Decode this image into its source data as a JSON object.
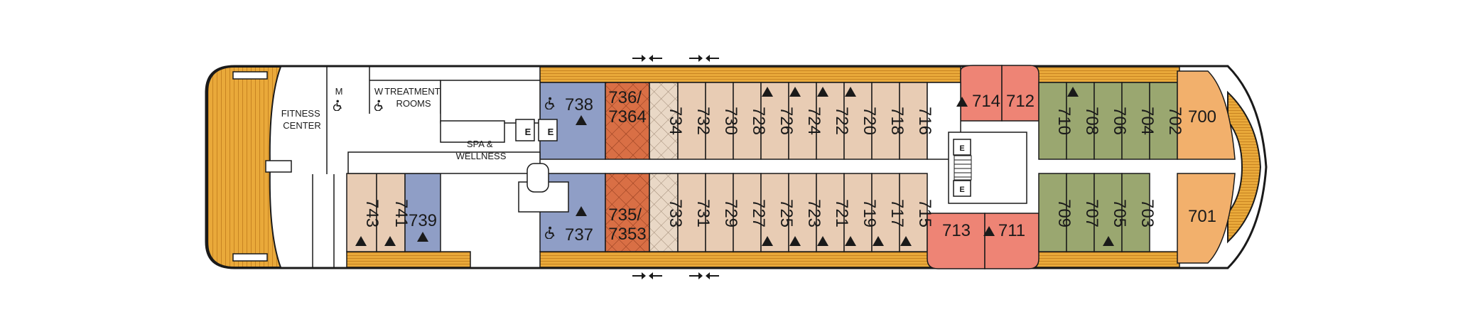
{
  "colors": {
    "deck_wood": "#e9a93a",
    "wood_line": "#c88422",
    "outline": "#1a1a1a",
    "beige": "#e8ccb4",
    "lavender": "#8f9ec6",
    "rust": "#d96f45",
    "coral": "#ee8475",
    "olive": "#9aa770",
    "peach": "#f2b06c",
    "hatch": "#e9d8c6",
    "white": "#ffffff",
    "pale": "#eeeeee"
  },
  "rooms": {
    "fitness": "FITNESS\nCENTER",
    "treatment": "TREATMENT\nROOMS",
    "spa": "SPA &\nWELLNESS",
    "men_label": "M",
    "women_label": "W",
    "elevator_label": "E"
  },
  "icons": {
    "accessible": "wheelchair-icon",
    "connecting": "triangle-icon",
    "door_arrows": "arrows-icon"
  },
  "cabins": {
    "c738": "738",
    "c737": "737",
    "c736": "736/\n7364",
    "c735": "735/\n7353",
    "c734": "734",
    "c733": "733",
    "c732": "732",
    "c730": "730",
    "c728": "728",
    "c726": "726",
    "c724": "724",
    "c722": "722",
    "c720": "720",
    "c718": "718",
    "c716": "716",
    "c731": "731",
    "c729": "729",
    "c727": "727",
    "c725": "725",
    "c723": "723",
    "c721": "721",
    "c719": "719",
    "c717": "717",
    "c715": "715",
    "c714": "714",
    "c712": "712",
    "c713": "713",
    "c711": "711",
    "c710": "710",
    "c708": "708",
    "c706": "706",
    "c704": "704",
    "c702": "702",
    "c709": "709",
    "c707": "707",
    "c705": "705",
    "c703": "703",
    "c743": "743",
    "c741": "741",
    "c739": "739",
    "c700": "700",
    "c701": "701"
  }
}
